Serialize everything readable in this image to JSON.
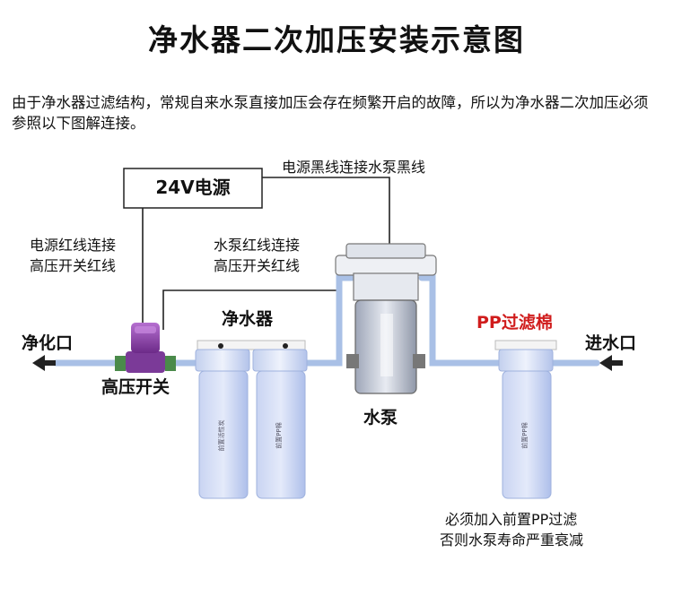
{
  "title": "净水器二次加压安装示意图",
  "description": "由于净水器过滤结构，常规自来水泵直接加压会存在频繁开启的故障，所以为净水器二次加压必须参照以下图解连接。",
  "labels": {
    "power_supply": "24V电源",
    "black_wire_note": "电源黑线连接水泵黑线",
    "power_red_wire_line1": "电源红线连接",
    "power_red_wire_line2": "高压开关红线",
    "pump_red_wire_line1": "水泵红线连接",
    "pump_red_wire_line2": "高压开关红线",
    "purifier": "净水器",
    "outlet": "净化口",
    "high_pressure_switch": "高压开关",
    "pump": "水泵",
    "pp_filter": "PP过滤棉",
    "inlet": "进水口",
    "prefilter_note_line1": "必须加入前置PP过滤",
    "prefilter_note_line2": "否则水泵寿命严重衰减"
  },
  "colors": {
    "pipe": "#a9c0e6",
    "filter_body": "#aebfea",
    "switch": "#8a3fa8",
    "red_label": "#d01c1c"
  }
}
